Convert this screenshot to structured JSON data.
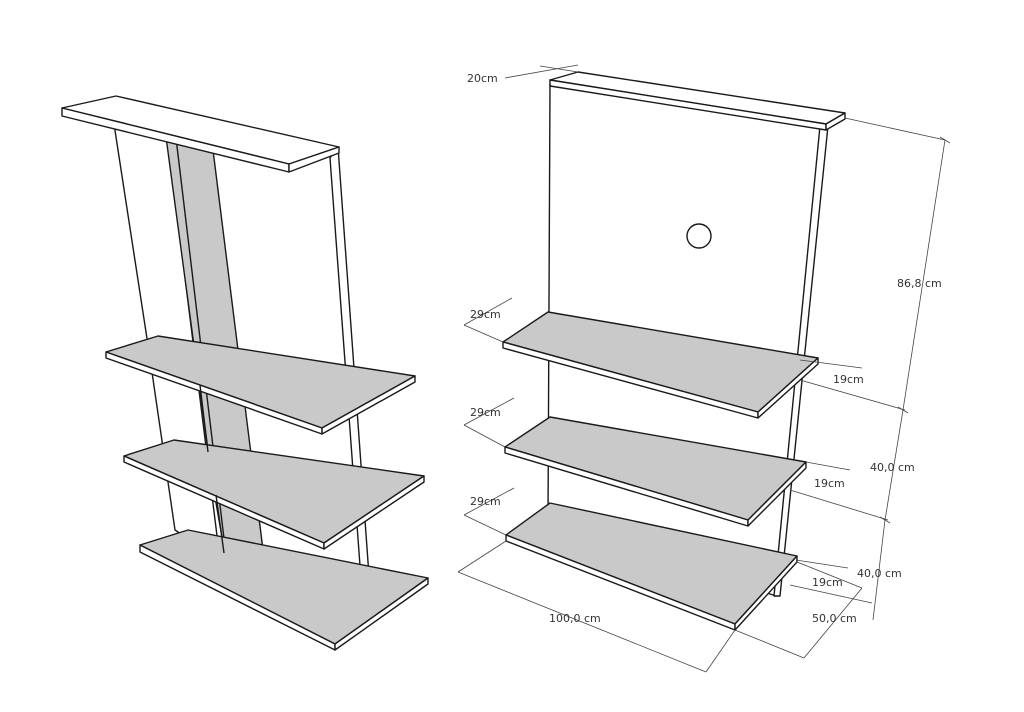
{
  "dimensions": {
    "top_depth": "20cm",
    "shelf_depth_1": "29cm",
    "shelf_depth_2": "29cm",
    "shelf_depth_3": "29cm",
    "shelf_spacing_1": "19cm",
    "shelf_spacing_2": "19cm",
    "shelf_spacing_3": "19cm",
    "height_upper": "86,8 cm",
    "height_middle": "40,0 cm",
    "height_lower": "40,0 cm",
    "width": "100,0 cm",
    "depth": "50,0 cm"
  },
  "colors": {
    "panel": "#ffffff",
    "shelf": "#c9c9c9",
    "edge": "#1a1a1a"
  }
}
